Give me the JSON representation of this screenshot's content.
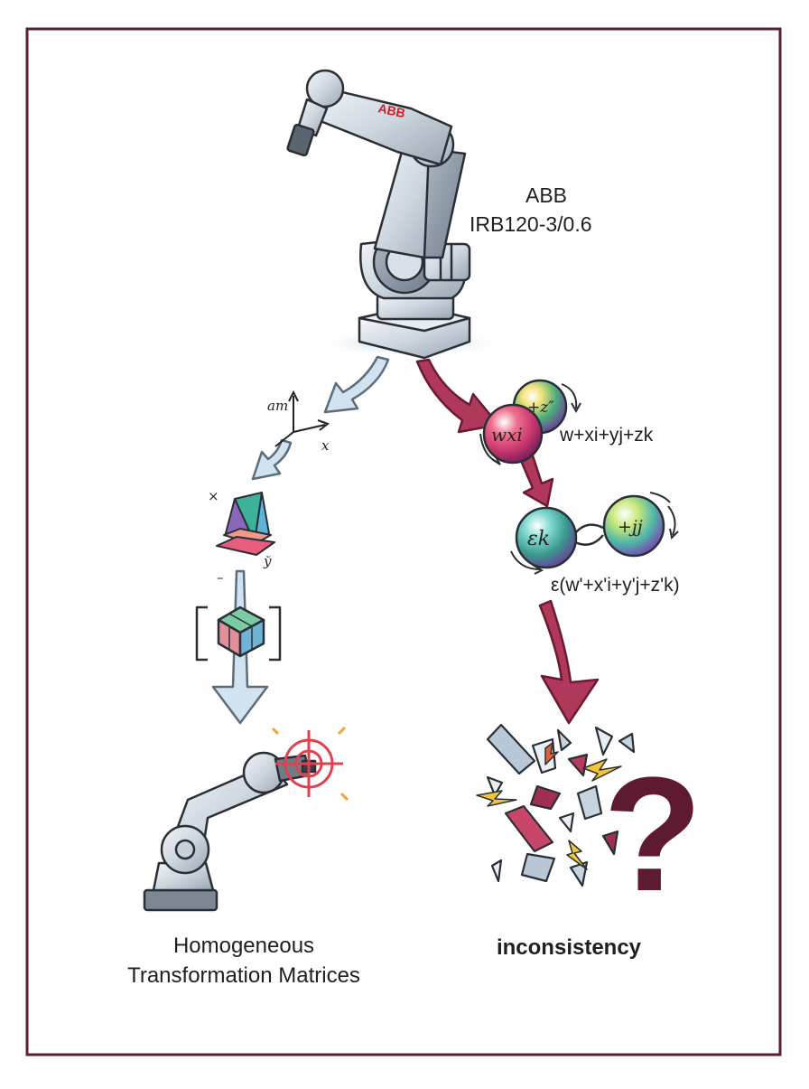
{
  "diagram": {
    "robot_model_line1": "ABB",
    "robot_model_line2": "IRB120-3/0.6",
    "robot_brand": "ABB",
    "axis_label_top": "aт",
    "axis_label_x": "x",
    "axis_label_cross": "×",
    "axis_label_y": "ў",
    "axis_label_minus": "–",
    "quaternion_expr": "w+xi+yj+zk",
    "dual_quaternion_expr": "ε(w'+x'i+y'j+z'k)",
    "ball_top": "+z″",
    "ball_wxi": "wxi",
    "ball_ek": "εk",
    "ball_jj": "+jj",
    "left_label_line1": "Homogeneous",
    "left_label_line2": "Transformation Matrices",
    "right_label": "inconsistency",
    "question_mark": "?"
  },
  "colors": {
    "frame": "#5a1f33",
    "left_arrow_fill": "#d3e2ef",
    "left_arrow_stroke": "#5b6d7c",
    "right_arrow_fill": "#b0385a",
    "right_arrow_stroke": "#6b1a33",
    "question": "#5e1a30",
    "target": "#e0414f"
  }
}
